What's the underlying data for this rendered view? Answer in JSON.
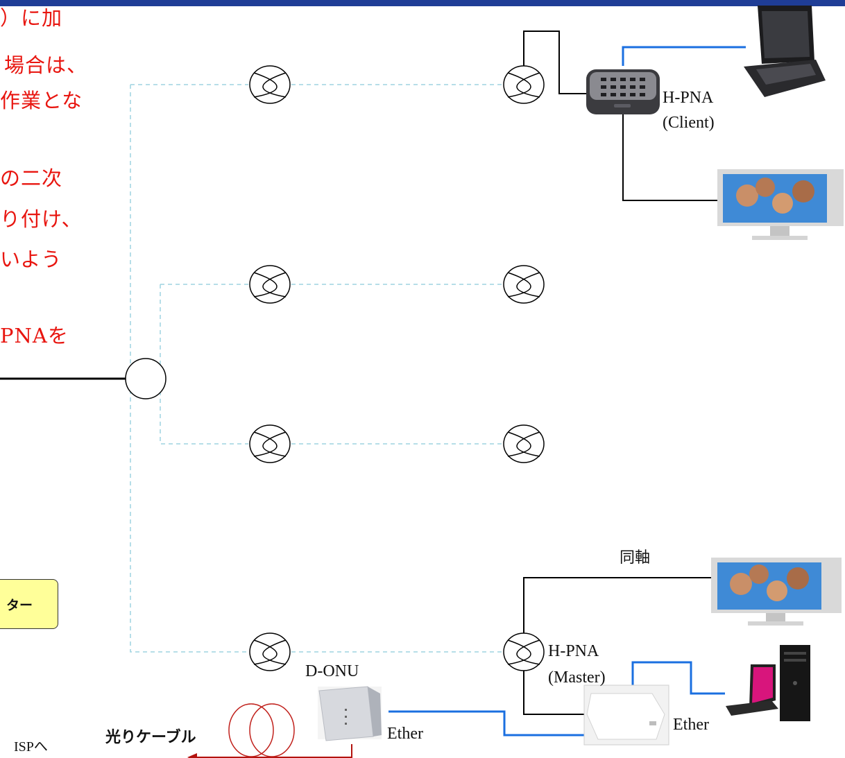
{
  "annotation_lines": [
    "）に加",
    "場合は、",
    "作業とな",
    "の二次",
    "り付け、",
    "いよう",
    "PNAを"
  ],
  "labels": {
    "hpna_client_1": "H-PNA",
    "hpna_client_2": "(Client)",
    "hpna_master_1": "H-PNA",
    "hpna_master_2": "(Master)",
    "coax": "同軸",
    "donu": "D-ONU",
    "ether_left": "Ether",
    "ether_right": "Ether",
    "fiber_cable": "光りケーブル",
    "isp": "ISPへ"
  },
  "callout": {
    "text": "ター"
  },
  "colors": {
    "annotation_red": "#e8150f",
    "ether_blue": "#1a6fe0",
    "topbar_navy": "#1f3d96",
    "fiber_red": "#b3120e",
    "callout_yellow": "#ffff99",
    "dashed_line": "#9ed3e0"
  },
  "icons": {
    "splitter": "splitter-circle-icon",
    "outlet": "coax-outlet-icon",
    "laptop": "laptop-icon",
    "tv": "tv-icon",
    "desktop": "desktop-pc-icon",
    "hpna_device": "hpna-modem-icon",
    "donu_device": "onu-device-icon",
    "fiber_coil": "fiber-coil-icon"
  }
}
